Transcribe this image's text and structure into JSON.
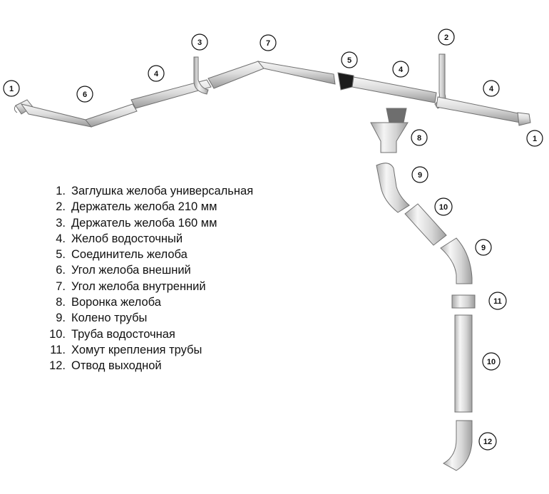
{
  "legend": {
    "items": [
      {
        "num": "1.",
        "label": "Заглушка желоба универсальная"
      },
      {
        "num": "2.",
        "label": "Держатель желоба 210 мм"
      },
      {
        "num": "3.",
        "label": "Держатель желоба 160 мм"
      },
      {
        "num": "4.",
        "label": "Желоб водосточный"
      },
      {
        "num": "5.",
        "label": "Соединитель желоба"
      },
      {
        "num": "6.",
        "label": "Угол желоба внешний"
      },
      {
        "num": "7.",
        "label": "Угол желоба внутренний"
      },
      {
        "num": "8.",
        "label": "Воронка желоба"
      },
      {
        "num": "9.",
        "label": "Колено трубы"
      },
      {
        "num": "10.",
        "label": "Труба водосточная"
      },
      {
        "num": "11.",
        "label": "Хомут крепления трубы"
      },
      {
        "num": "12.",
        "label": "Отвод выходной"
      }
    ]
  },
  "callouts": [
    "1",
    "6",
    "4",
    "3",
    "7",
    "5",
    "4",
    "2",
    "4",
    "1",
    "8",
    "9",
    "10",
    "9",
    "11",
    "10",
    "12"
  ],
  "colors": {
    "metal_light": "#f2f2f2",
    "metal_mid": "#c9c9c9",
    "metal_dark": "#8e8e8e",
    "outline": "#6f6f6f",
    "connector": "#1c1c1c"
  }
}
